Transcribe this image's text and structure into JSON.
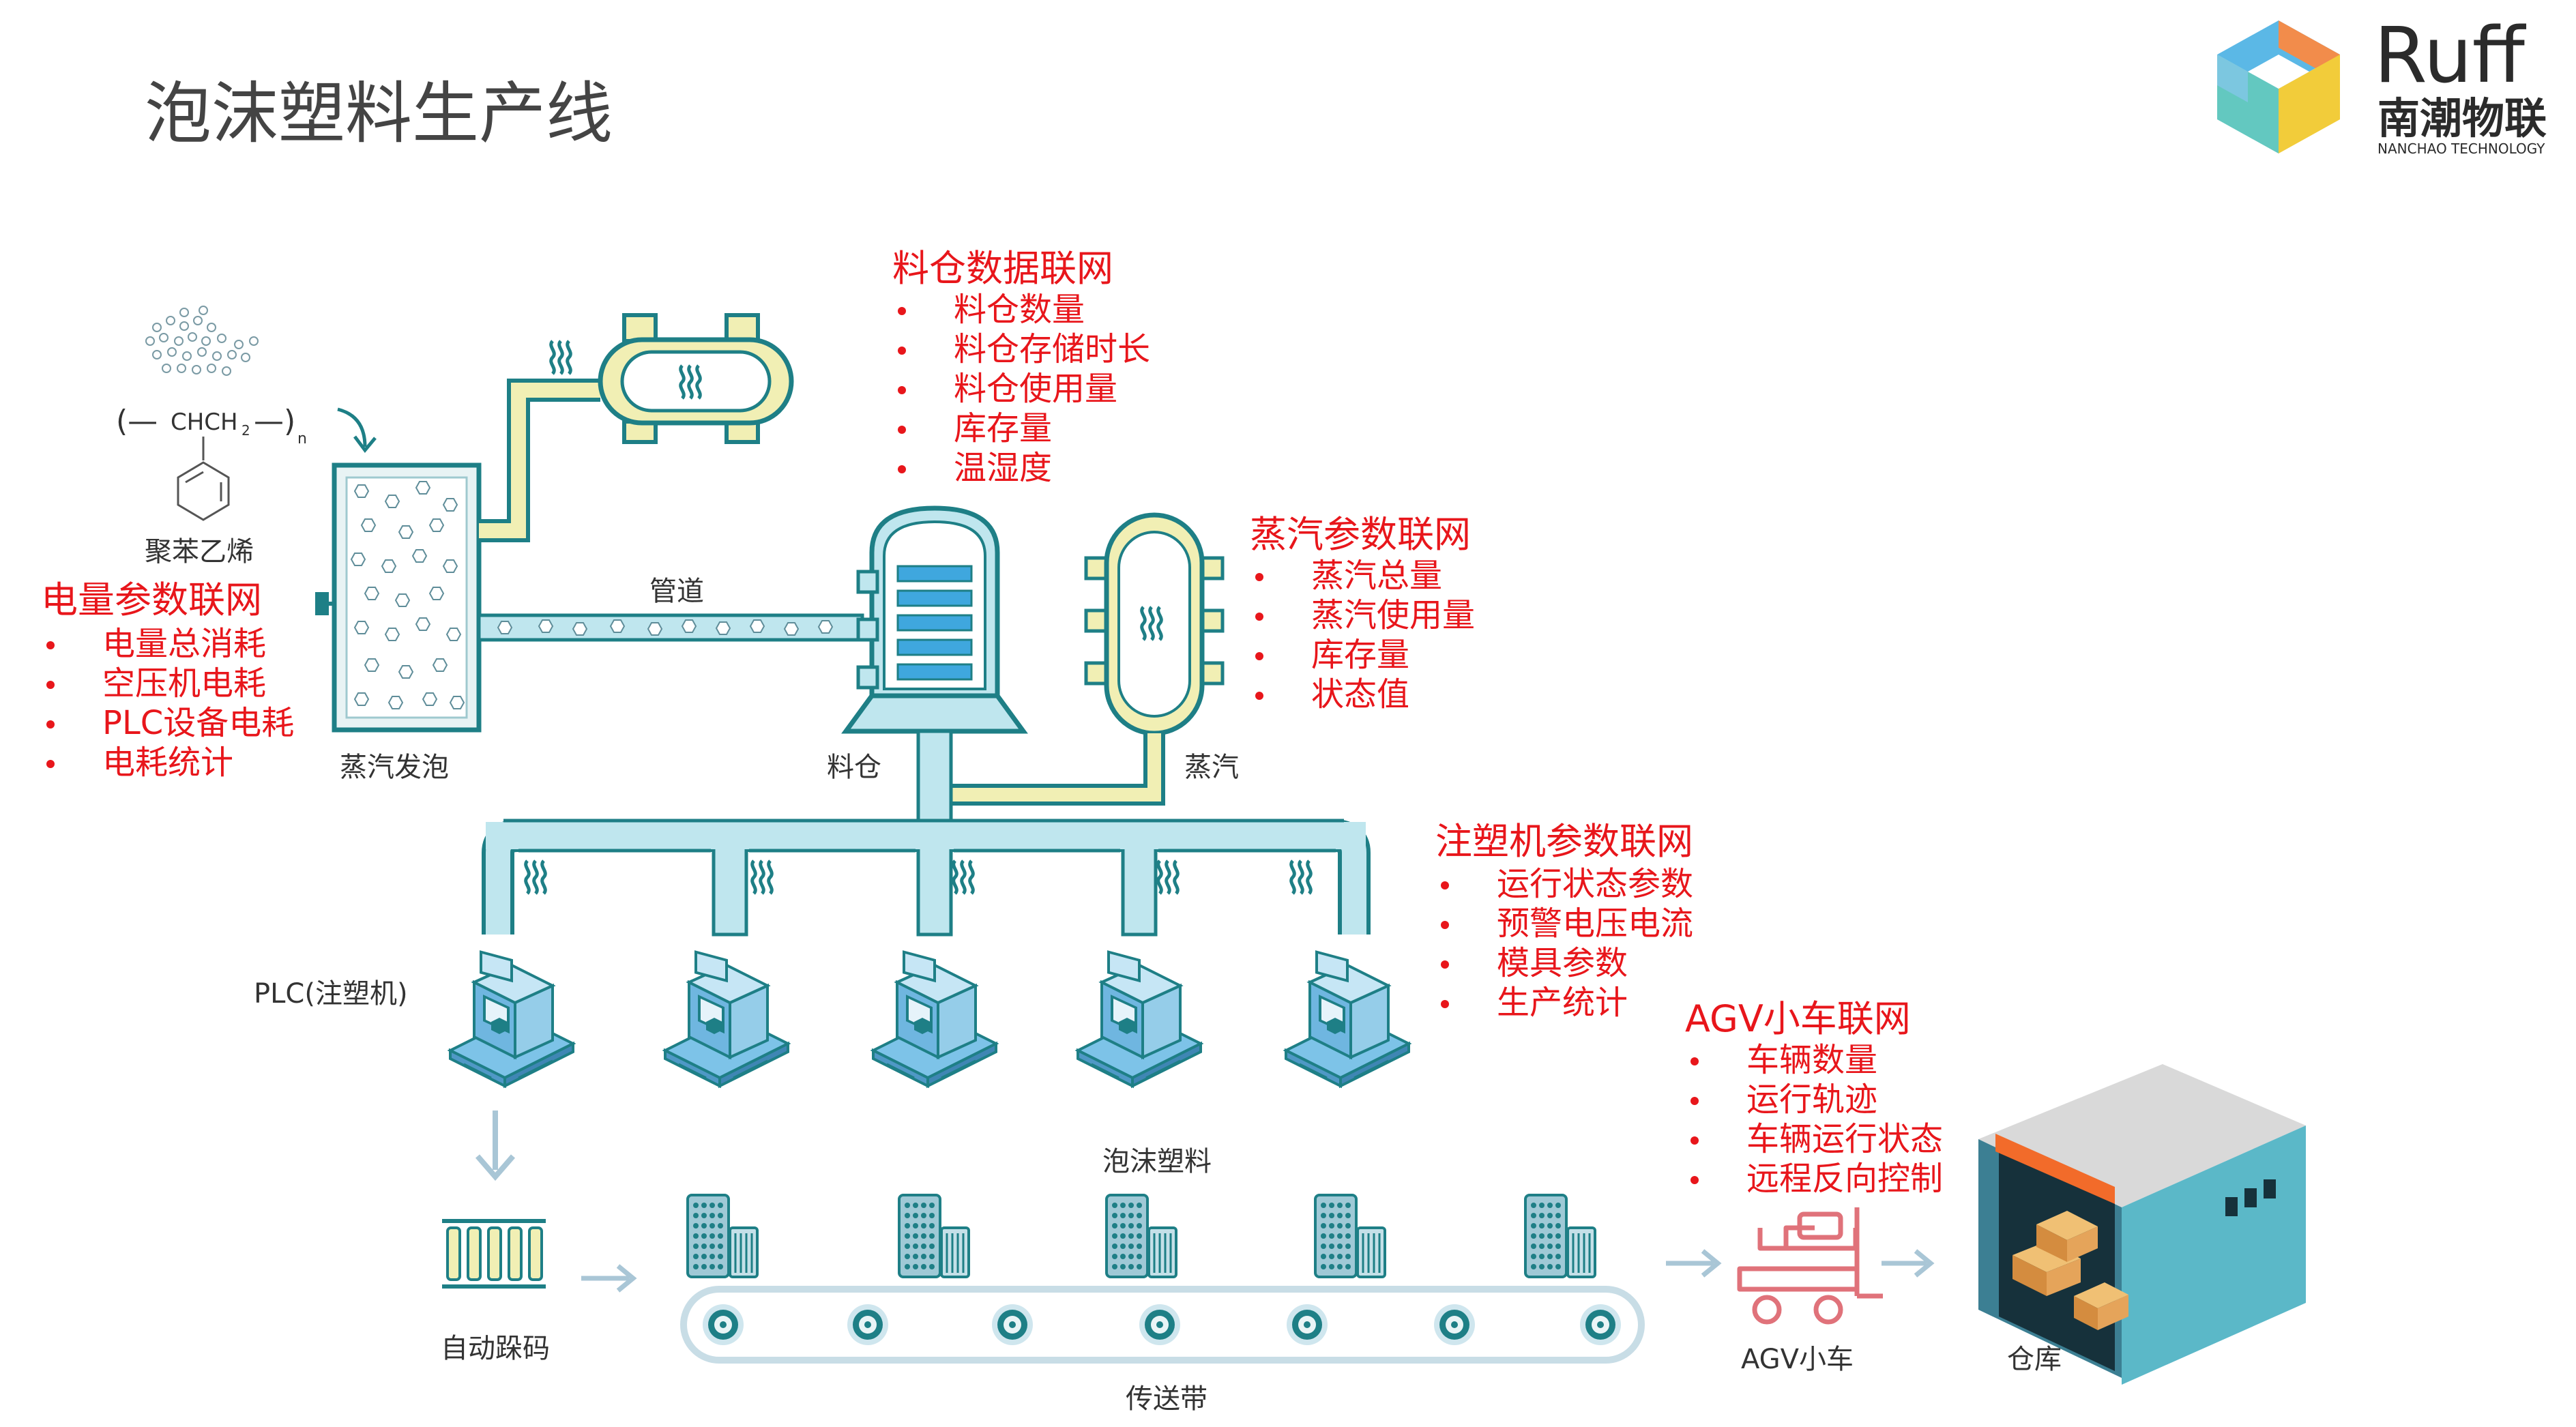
{
  "page": {
    "title": "泡沫塑料生产线"
  },
  "brand": {
    "name": "Ruff",
    "cn_name": "南潮物联",
    "en_name": "NANCHAO TECHNOLOGY"
  },
  "chemistry": {
    "formula_left": "(—",
    "formula_mid": "CHCH",
    "formula_sub": "2",
    "formula_right": "—)",
    "formula_n": "n",
    "label": "聚苯乙烯"
  },
  "labels": {
    "steam_foam": "蒸汽发泡",
    "pipe": "管道",
    "silo": "料仓",
    "steam": "蒸汽",
    "plc": "PLC(注塑机)",
    "palletize": "自动跺码",
    "foam_plastic": "泡沫塑料",
    "conveyor": "传送带",
    "agv": "AGV小车",
    "warehouse": "仓库"
  },
  "iot_groups": {
    "power": {
      "title": "电量参数联网",
      "items": [
        "电量总消耗",
        "空压机电耗",
        "PLC设备电耗",
        "电耗统计"
      ]
    },
    "silo": {
      "title": "料仓数据联网",
      "items": [
        "料仓数量",
        "料仓存储时长",
        "料仓使用量",
        "库存量",
        "温湿度"
      ]
    },
    "steam": {
      "title": "蒸汽参数联网",
      "items": [
        "蒸汽总量",
        "蒸汽使用量",
        "库存量",
        "状态值"
      ]
    },
    "injection": {
      "title": "注塑机参数联网",
      "items": [
        "运行状态参数",
        "预警电压电流",
        "模具参数",
        "生产统计"
      ]
    },
    "agv": {
      "title": "AGV小车联网",
      "items": [
        "车辆数量",
        "运行轨迹",
        "车辆运行状态",
        "远程反向控制"
      ]
    }
  },
  "colors": {
    "outline": "#1e7f86",
    "pipe_fill": "#bfe6ee",
    "yellow_pipe": "#f1efb4",
    "machine_blue": "#6fb6e0",
    "highlight_red": "#e8161b",
    "text_dark": "#333333",
    "warehouse_teal": "#5bb8c8",
    "warehouse_orange": "#f26b2a"
  },
  "icons": {
    "steam": "steam-wave-icon",
    "arrow": "arrow-icon",
    "gear": "gear-icon",
    "machine": "injection-machine-icon",
    "agv": "agv-forklift-icon",
    "warehouse": "warehouse-icon",
    "logo": "ruff-cube-logo"
  }
}
